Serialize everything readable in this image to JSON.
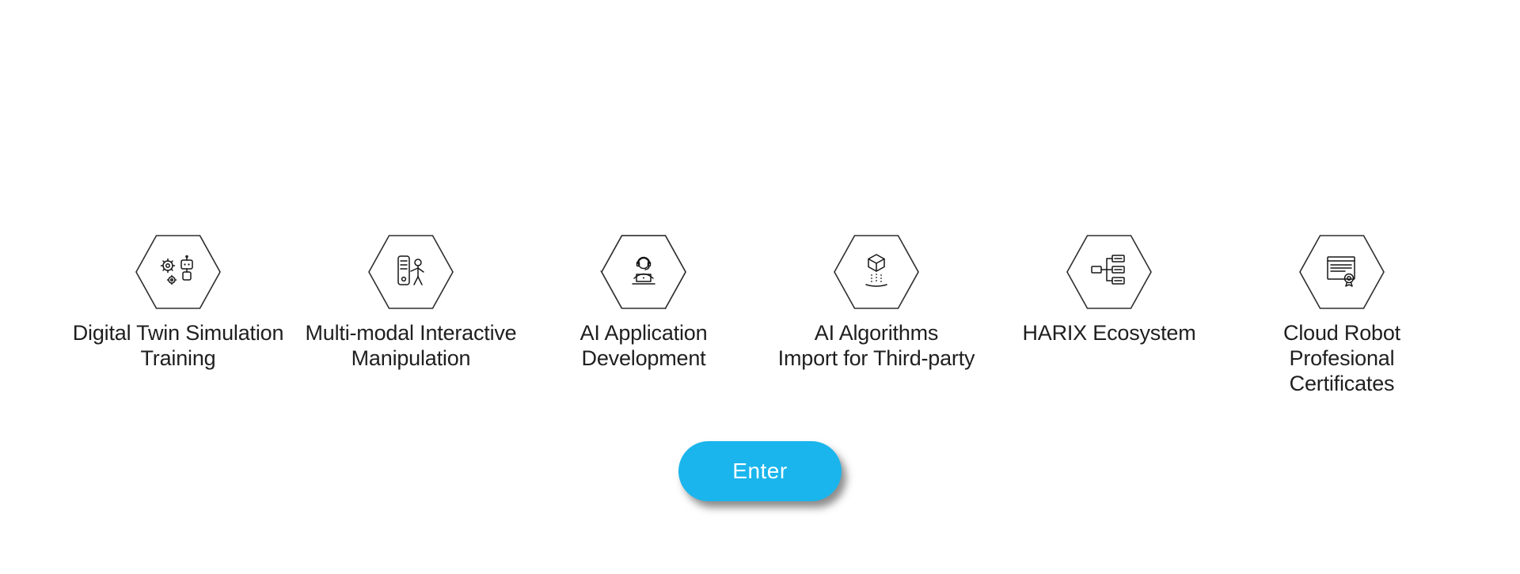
{
  "page": {
    "background_color": "#ffffff",
    "accent_color": "#1ab5ec",
    "text_color": "#1f1f1f"
  },
  "features": [
    {
      "line1": "Digital Twin Simulation",
      "line2": "Training",
      "icon": "digital-twin-simulation-icon"
    },
    {
      "line1": "Multi-modal Interactive",
      "line2": "Manipulation",
      "icon": "multi-modal-interactive-icon"
    },
    {
      "line1": "AI Application",
      "line2": "Development",
      "icon": "ai-application-development-icon"
    },
    {
      "line1": "AI Algorithms",
      "line2": "Import for Third-party",
      "icon": "ai-algorithms-import-icon"
    },
    {
      "line1": "HARIX Ecosystem",
      "line2": "",
      "icon": "harix-ecosystem-icon"
    },
    {
      "line1": "Cloud Robot Profesional",
      "line2": "Certificates",
      "icon": "cloud-robot-certificates-icon"
    }
  ],
  "enter_button": {
    "label": "Enter",
    "color": "#1ab5ec"
  }
}
